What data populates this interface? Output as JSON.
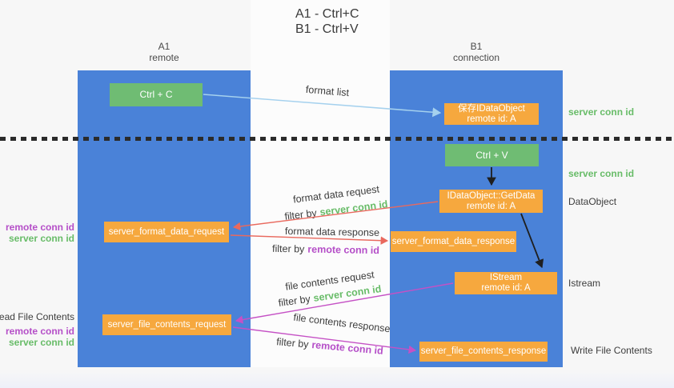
{
  "title": {
    "line1": "A1 - Ctrl+C",
    "line2": "B1 - Ctrl+V"
  },
  "columns": {
    "a1": {
      "name": "A1",
      "subtitle": "remote"
    },
    "b1": {
      "name": "B1",
      "subtitle": "connection"
    }
  },
  "nodes": {
    "ctrl_c": {
      "label": "Ctrl + C"
    },
    "ctrl_v": {
      "label": "Ctrl + V"
    },
    "save_idataobject": {
      "line1": "保存IDataObject",
      "line2": "remote id: A"
    },
    "getdata": {
      "line1": "IDataObject::GetData",
      "line2": "remote id: A"
    },
    "istream": {
      "line1": "IStream",
      "line2": "remote id: A"
    },
    "format_request": {
      "label": "server_format_data_request"
    },
    "format_response": {
      "label": "server_format_data_response"
    },
    "file_request": {
      "label": "server_file_contents_request"
    },
    "file_response": {
      "label": "server_file_contents_response"
    }
  },
  "left_labels": {
    "remote_conn_id": "remote conn id",
    "server_conn_id": "server conn id",
    "read_file_contents": "Read File Contents",
    "remote_conn_id_2": "remote conn id",
    "server_conn_id_2": "server conn id"
  },
  "right_labels": {
    "server_conn_id_top": "server conn id",
    "server_conn_id_mid": "server conn id",
    "dataobject": "DataObject",
    "istream": "Istream",
    "write_file_contents": "Write File Contents"
  },
  "flow_labels": {
    "format_list": "format list",
    "format_data_request": "format data request",
    "format_data_response": "format data response",
    "file_contents_request": "file contents request",
    "file_contents_response": "file contents response",
    "filter_by": "filter by",
    "server_conn_id": "server conn id",
    "remote_conn_id": "remote conn id"
  },
  "colors": {
    "column_blue": "#4a82d8",
    "node_green": "#6fbc73",
    "node_orange": "#f6a83e",
    "label_green": "#68bc68",
    "label_purple": "#b54fc8",
    "arrow_red": "#e9695e",
    "arrow_magenta": "#c551c5",
    "arrow_light_blue": "#a5d1ee",
    "arrow_black": "#1f1f1f"
  }
}
